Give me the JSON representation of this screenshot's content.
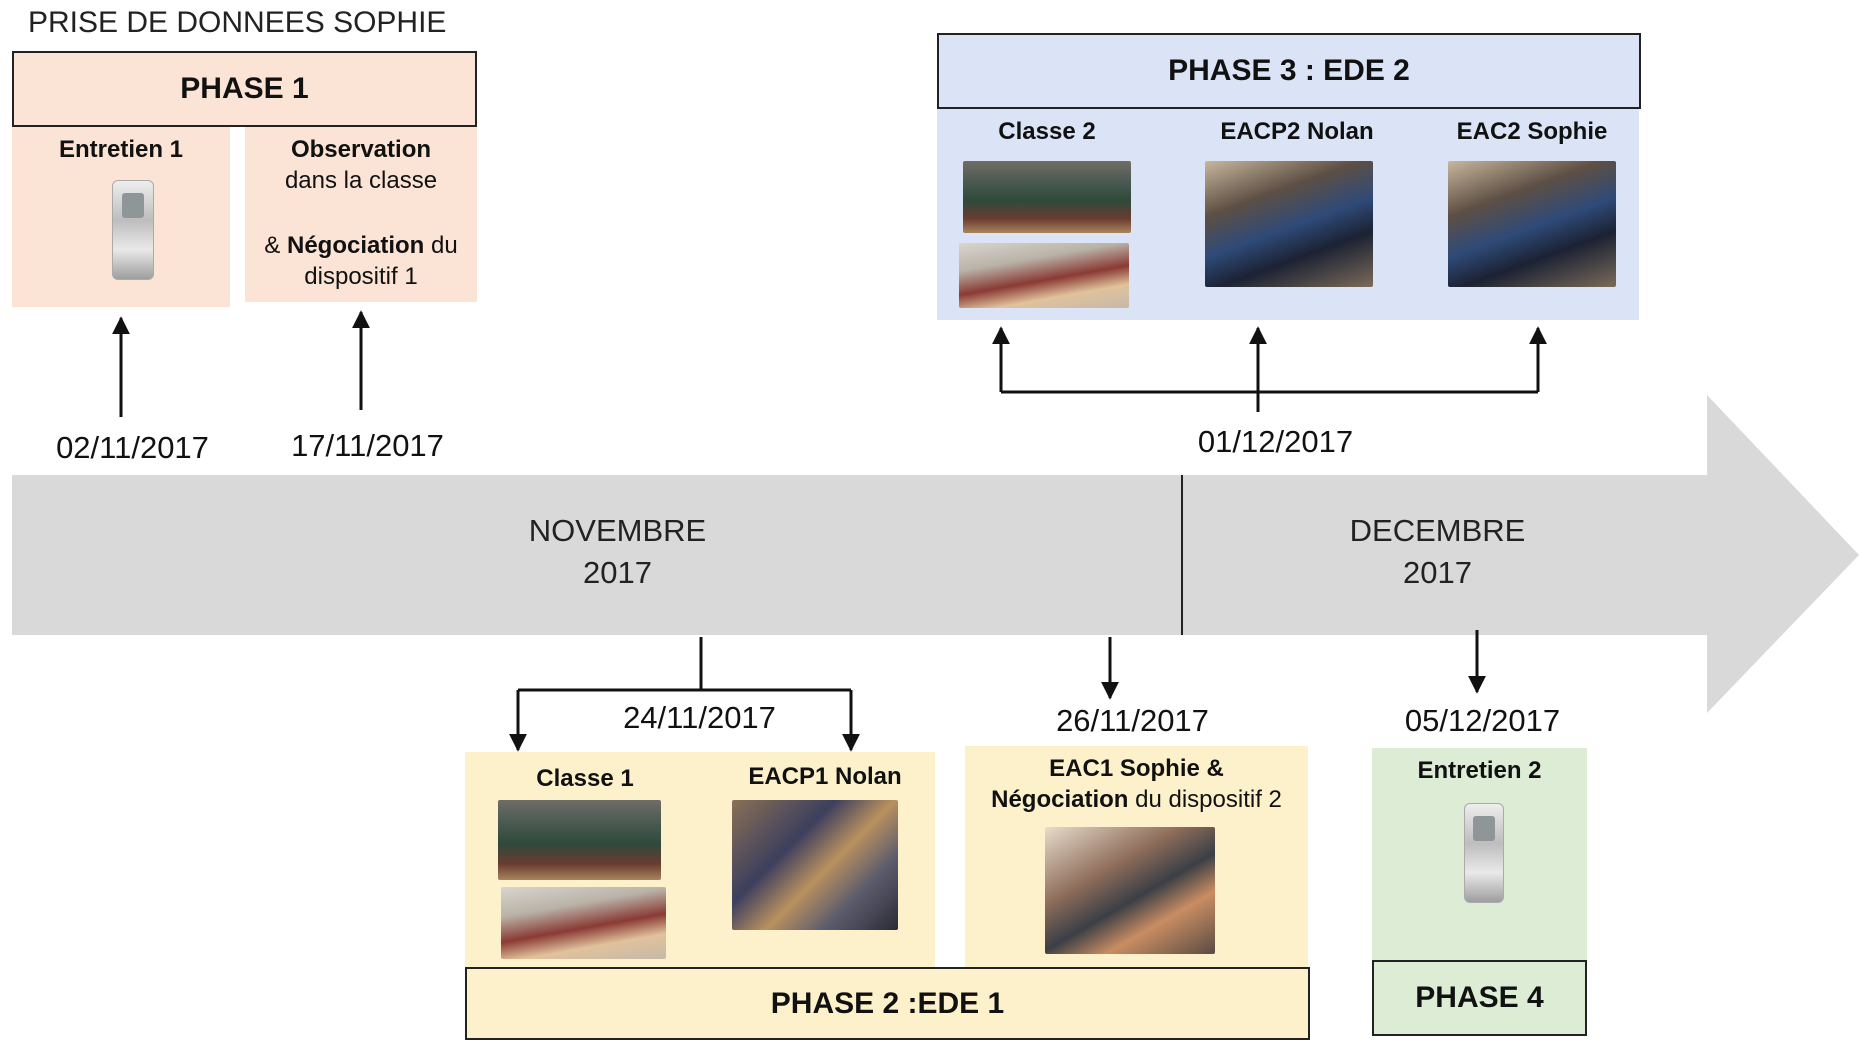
{
  "title": "PRISE DE DONNEES SOPHIE",
  "timeline": {
    "months": [
      {
        "line1": "NOVEMBRE",
        "line2": "2017"
      },
      {
        "line1": "DECEMBRE",
        "line2": "2017"
      }
    ]
  },
  "dates": {
    "d1": "02/11/2017",
    "d2": "17/11/2017",
    "d3": "01/12/2017",
    "d4": "24/11/2017",
    "d5": "26/11/2017",
    "d6": "05/12/2017"
  },
  "phase1": {
    "header": "PHASE 1",
    "entretien": "Entretien 1",
    "obs_bold": "Observation",
    "obs_rest": "dans la classe",
    "neg_prefix": "& ",
    "neg_bold": "Négociation",
    "neg_rest": " du",
    "neg_last": "dispositif 1"
  },
  "phase2": {
    "header": "PHASE 2 :EDE 1",
    "classe": "Classe 1",
    "eacp": "EACP1 Nolan",
    "eac_line1": "EAC1 Sophie &",
    "eac_bold": "Négociation",
    "eac_rest": " du dispositif 2"
  },
  "phase3": {
    "header": "PHASE 3 : EDE 2",
    "classe": "Classe 2",
    "eacp": "EACP2 Nolan",
    "eac": "EAC2 Sophie"
  },
  "phase4": {
    "header": "PHASE 4",
    "entretien": "Entretien 2"
  }
}
